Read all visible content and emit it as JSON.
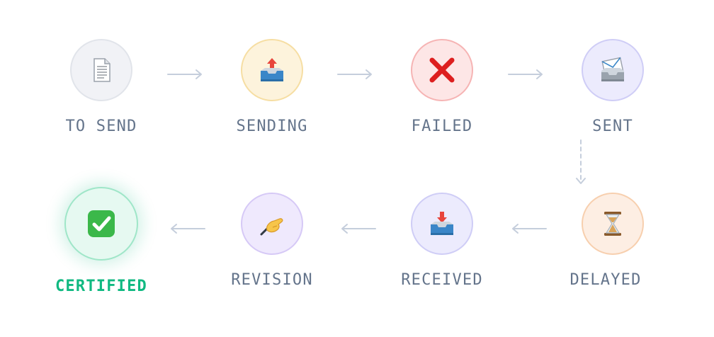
{
  "steps": [
    {
      "label": "TO SEND"
    },
    {
      "label": "SENDING"
    },
    {
      "label": "FAILED"
    },
    {
      "label": "SENT"
    },
    {
      "label": "DELAYED"
    },
    {
      "label": "RECEIVED"
    },
    {
      "label": "REVISION"
    },
    {
      "label": "CERTIFIED"
    }
  ],
  "icons": {
    "to_send": "document-icon",
    "sending": "outbox-tray-icon",
    "failed": "cross-mark-icon",
    "sent": "envelope-tray-icon",
    "delayed": "hourglass-icon",
    "received": "inbox-tray-icon",
    "revision": "writing-hand-icon",
    "certified": "check-box-icon"
  },
  "colors": {
    "neutral": "#f1f2f6",
    "sending": "#fdf3dc",
    "failed": "#fde6e6",
    "sent": "#ecebfd",
    "delayed": "#fdeee3",
    "received": "#ecebfd",
    "revision": "#efe9fd",
    "certified": "#e6f9f1",
    "accent_green": "#10b981",
    "label": "#64748b",
    "arrow": "#c5cedc"
  }
}
